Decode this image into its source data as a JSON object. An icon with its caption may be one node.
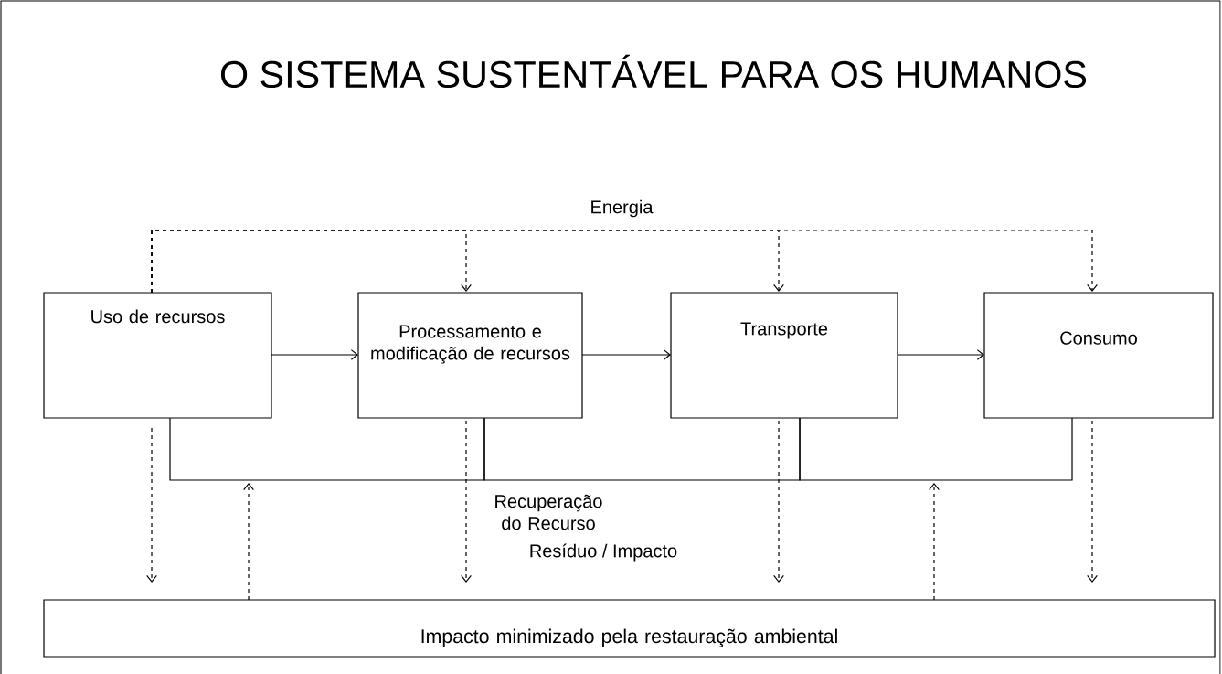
{
  "diagram": {
    "title": "O SISTEMA SUSTENTÁVEL PARA OS HUMANOS",
    "nodes": [
      {
        "text": [
          "Uso de recursos"
        ]
      },
      {
        "text": [
          "Processamento e modificação de recursos"
        ]
      },
      {
        "text": [
          "Transporte"
        ]
      },
      {
        "text": [
          "Consumo"
        ]
      },
      {
        "text": [
          "Impacto minimizado pela restauração ambiental"
        ]
      }
    ],
    "edges": [
      {
        "from": 0,
        "to": 1,
        "arrow": "to"
      },
      {
        "from": 1,
        "to": 2,
        "arrow": "to"
      },
      {
        "from": 2,
        "to": 3,
        "arrow": "to"
      },
      {
        "from": 0,
        "to": 1,
        "arrow": "to",
        "style": "dashed"
      },
      {
        "from": 0,
        "to": 2,
        "arrow": "to",
        "style": "dashed"
      },
      {
        "from": 0,
        "to": 3,
        "arrow": "to",
        "style": "dashed"
      },
      {
        "from": 0,
        "to": 1,
        "arrow": "none"
      },
      {
        "from": 1,
        "to": 2,
        "arrow": "none"
      },
      {
        "from": 2,
        "to": 3,
        "arrow": "none"
      },
      {
        "from": 0,
        "to": null,
        "arrow": "to",
        "style": "dashed"
      },
      {
        "from": 1,
        "to": null,
        "arrow": "to",
        "style": "dashed"
      },
      {
        "from": 2,
        "to": null,
        "arrow": "to",
        "style": "dashed"
      },
      {
        "from": 3,
        "to": null,
        "arrow": "to",
        "style": "dashed"
      },
      {
        "from": 4,
        "to": null,
        "arrow": "to",
        "style": "dashed"
      },
      {
        "from": 4,
        "to": null,
        "arrow": "to",
        "style": "dashed"
      }
    ],
    "labels": [
      "Energia",
      "Recuperação do Recurso",
      "Resíduo / Impacto"
    ]
  }
}
